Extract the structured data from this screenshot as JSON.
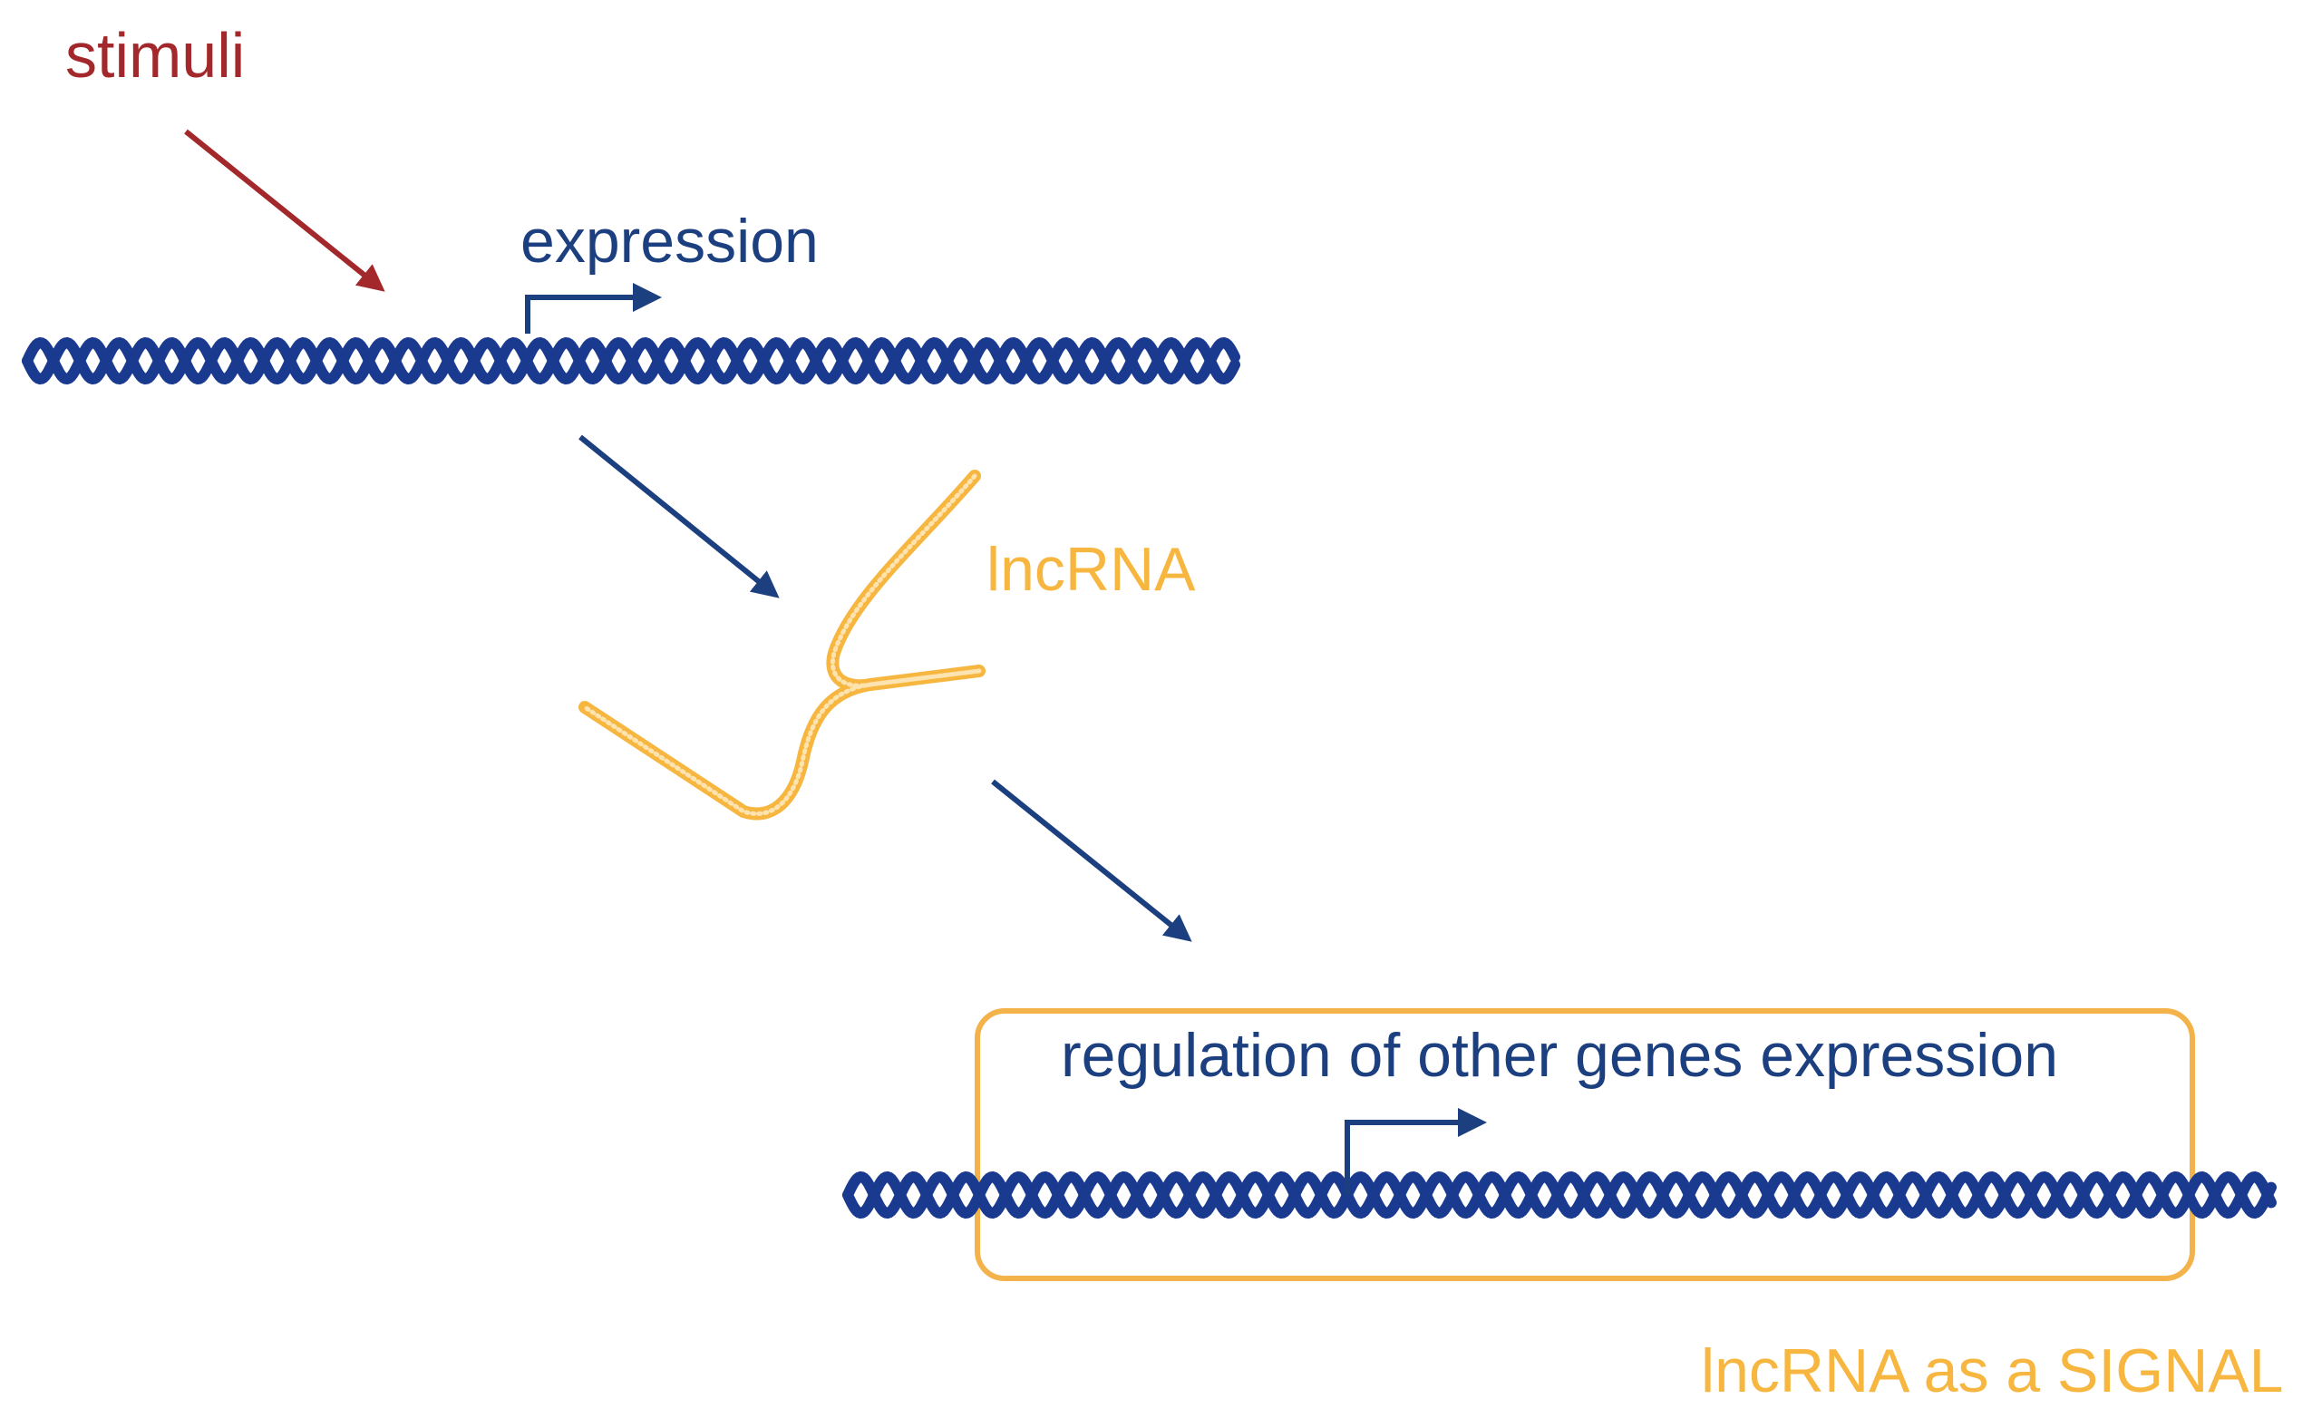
{
  "labels": {
    "stimuli": "stimuli",
    "expression": "expression",
    "lncrna": "lncRNA",
    "regulation": "regulation of other genes expression",
    "signal": "lncRNA as a SIGNAL"
  },
  "colors": {
    "stimuli": "#a3282b",
    "dna": "#1a3a8f",
    "dark_blue": "#1c3f7f",
    "lncrna": "#f6b63f",
    "box": "#f3b24a"
  },
  "icons": [
    "dna-helix-icon",
    "transcription-start-arrow-icon",
    "lncrna-strand-icon"
  ]
}
